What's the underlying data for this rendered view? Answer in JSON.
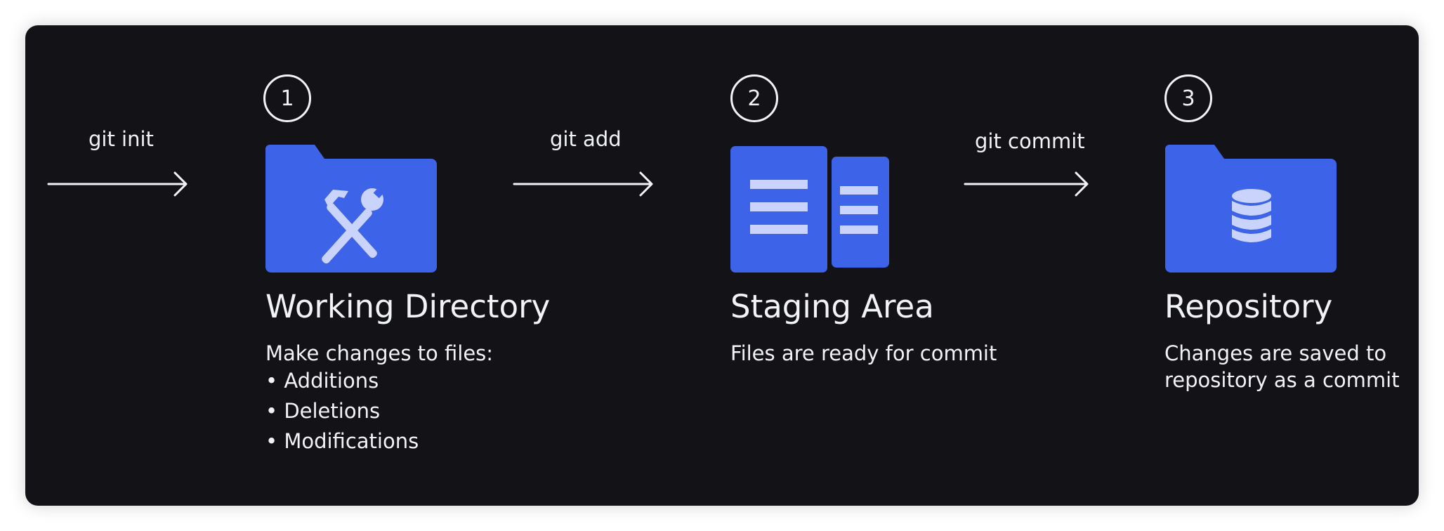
{
  "colors": {
    "background": "#121217",
    "folder": "#3d63e8",
    "icon": "#c9d3fb",
    "text": "#f2f3f7"
  },
  "commands": {
    "init": "git init",
    "add": "git add",
    "commit": "git commit"
  },
  "stages": [
    {
      "number": "1",
      "icon": "folder-with-hammer-wrench-icon",
      "title": "Working Directory",
      "description": "Make changes to files:",
      "items": [
        "Additions",
        "Deletions",
        "Modifications"
      ]
    },
    {
      "number": "2",
      "icon": "staged-documents-icon",
      "title": "Staging Area",
      "description": "Files are ready for commit"
    },
    {
      "number": "3",
      "icon": "folder-with-database-icon",
      "title": "Repository",
      "description_lines": [
        "Changes are saved to",
        "repository as a commit"
      ]
    }
  ]
}
